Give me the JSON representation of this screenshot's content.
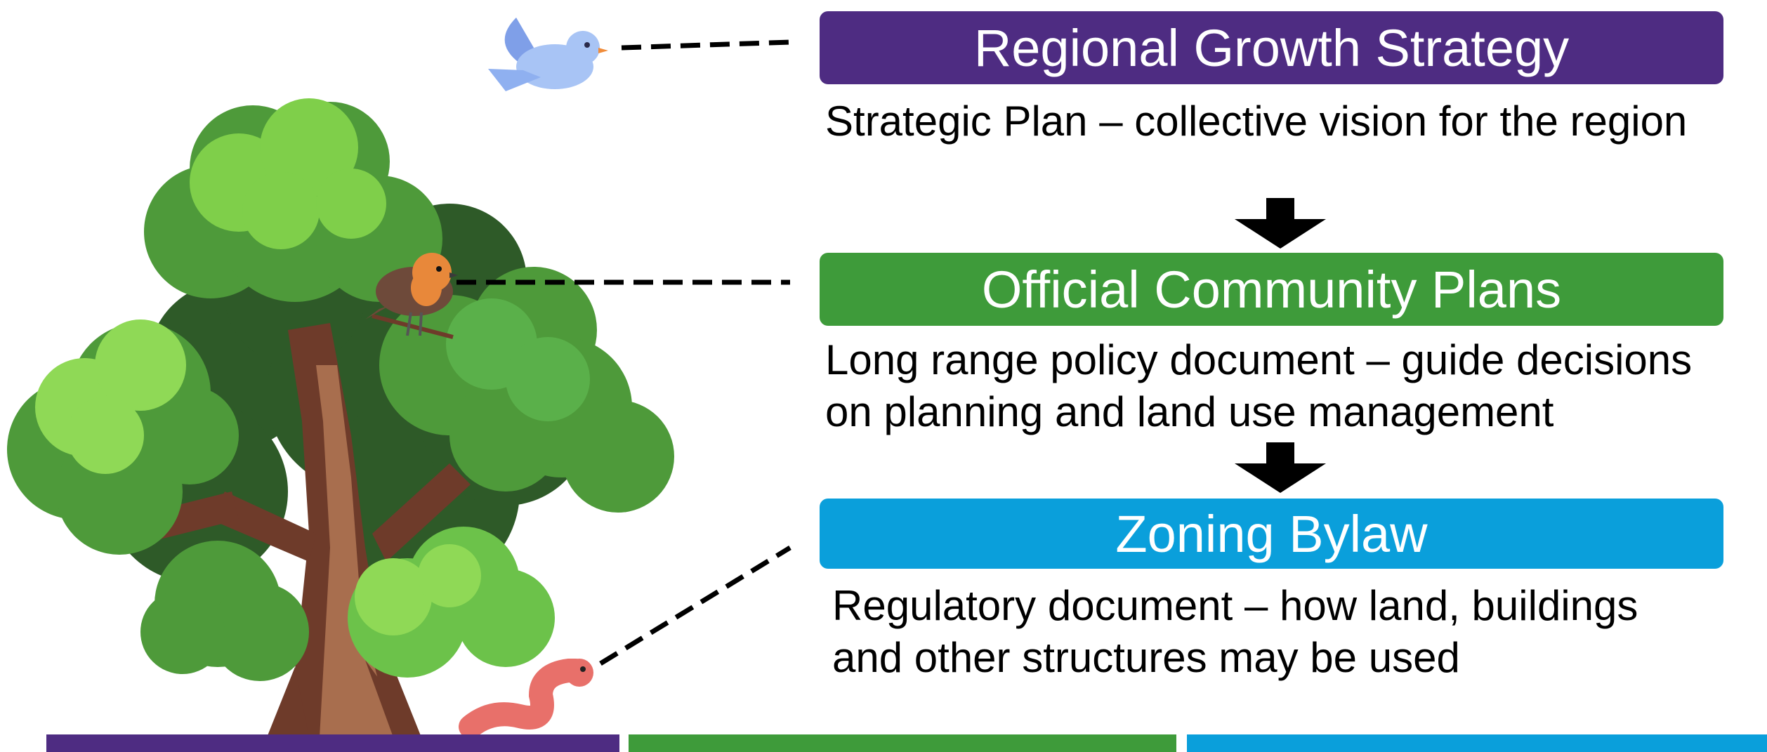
{
  "colors": {
    "purple": "#4e2c82",
    "green": "#3e9b3a",
    "blue": "#0a9fdb"
  },
  "levels": [
    {
      "title": "Regional Growth Strategy",
      "description": [
        "Strategic Plan – collective vision for the region"
      ],
      "icon": "bird-flying-icon"
    },
    {
      "title": "Official Community Plans",
      "description": [
        "Long range policy document – guide decisions",
        "on planning and land use management"
      ],
      "icon": "robin-icon"
    },
    {
      "title": "Zoning Bylaw",
      "description": [
        "Regulatory document – how land, buildings",
        "and other structures may be used"
      ],
      "icon": "worm-icon"
    }
  ]
}
